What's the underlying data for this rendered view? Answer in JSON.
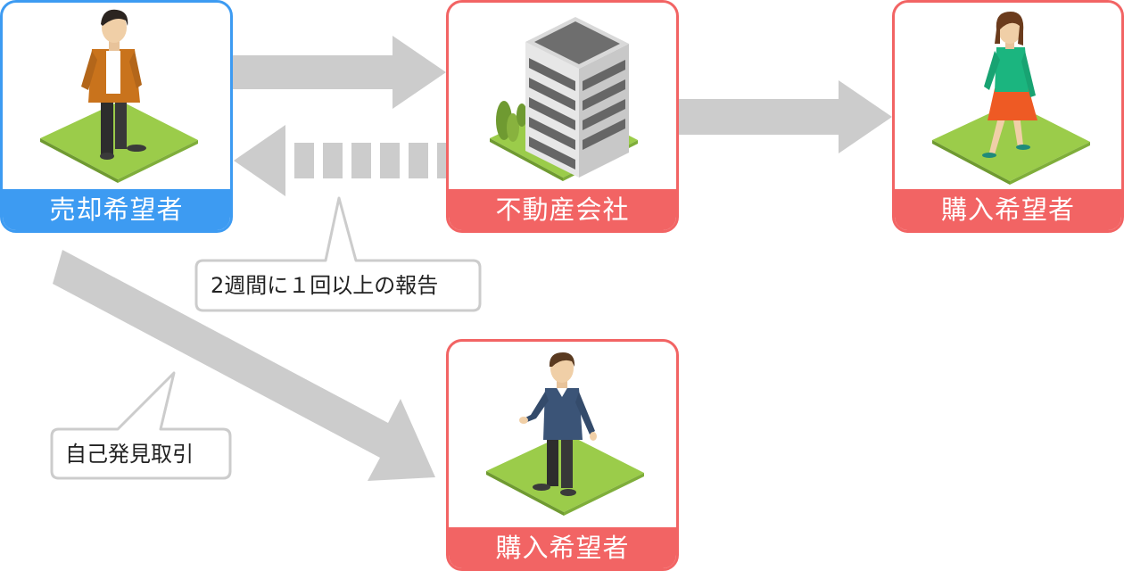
{
  "nodes": {
    "seller": {
      "label": "売却希望者"
    },
    "agency": {
      "label": "不動産会社"
    },
    "buyer_top": {
      "label": "購入希望者"
    },
    "buyer_bottom": {
      "label": "購入希望者"
    }
  },
  "annotations": {
    "report": "2週間に１回以上の報告",
    "self_discovery": "自己発見取引"
  },
  "colors": {
    "seller_accent": "#3d9bf2",
    "other_accent": "#f26464",
    "arrow": "#cccccc",
    "ground": "#9bcc4a"
  }
}
